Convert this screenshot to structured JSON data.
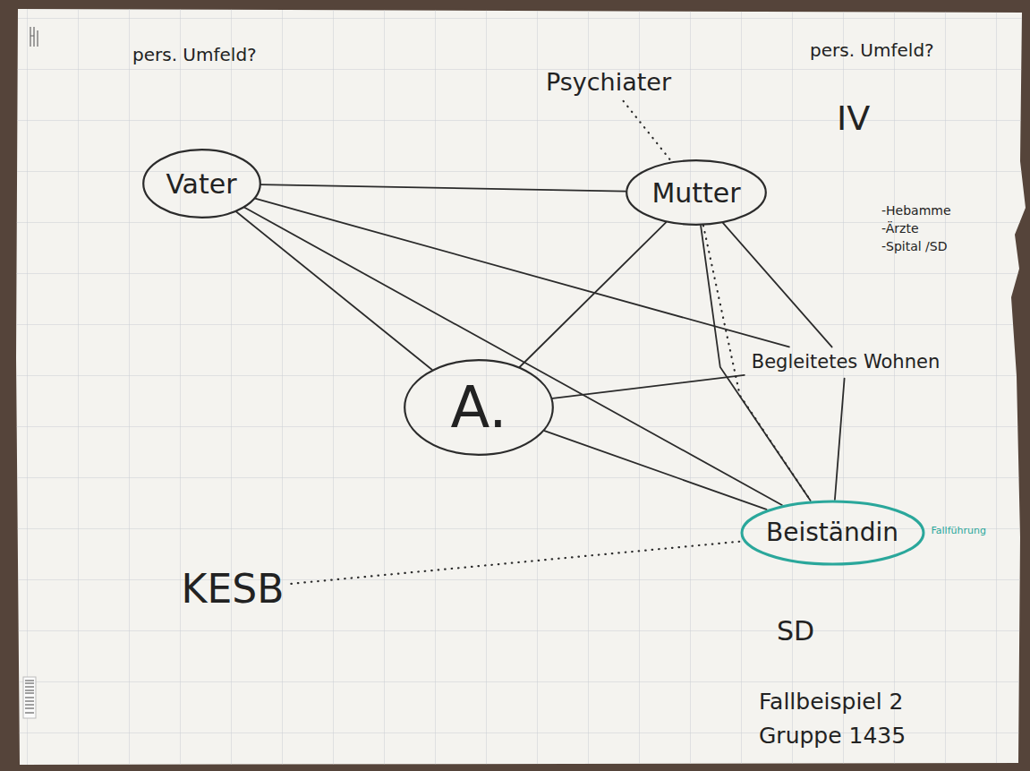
{
  "diagram": {
    "nodes": [
      {
        "text": [
          "Psychiater"
        ]
      },
      {
        "text": [
          "Vater"
        ]
      },
      {
        "text": [
          "Mutter"
        ]
      },
      {
        "text": [
          "Begleitetes Wohnen"
        ]
      },
      {
        "text": [
          "A."
        ]
      },
      {
        "text": [
          "Beiständin"
        ]
      },
      {
        "text": [
          "KESB"
        ]
      }
    ],
    "edges": [
      {
        "from": 1,
        "to": 2,
        "arrow": "none"
      },
      {
        "from": 1,
        "to": 4,
        "arrow": "none"
      },
      {
        "from": 1,
        "to": 3,
        "arrow": "none"
      },
      {
        "from": 1,
        "to": 5,
        "arrow": "none"
      },
      {
        "from": 0,
        "to": 2,
        "arrow": "none"
      },
      {
        "from": 2,
        "to": 4,
        "arrow": "none"
      },
      {
        "from": 2,
        "to": 5,
        "arrow": "none"
      },
      {
        "from": 2,
        "to": 5,
        "arrow": "none"
      },
      {
        "from": 2,
        "to": 3,
        "arrow": "none"
      },
      {
        "from": 4,
        "to": 3,
        "arrow": "none"
      },
      {
        "from": 4,
        "to": 5,
        "arrow": "none"
      },
      {
        "from": 3,
        "to": 5,
        "arrow": "none"
      },
      {
        "from": 6,
        "to": 5,
        "arrow": "none"
      }
    ],
    "labels": [
      "pers. Umfeld?",
      "pers. Umfeld?",
      "IV",
      "-Hebamme",
      "-Ärzte",
      "-Spital /SD",
      "Fallführung",
      "SD",
      "Fallbeispiel 2",
      "Gruppe 1435"
    ]
  }
}
